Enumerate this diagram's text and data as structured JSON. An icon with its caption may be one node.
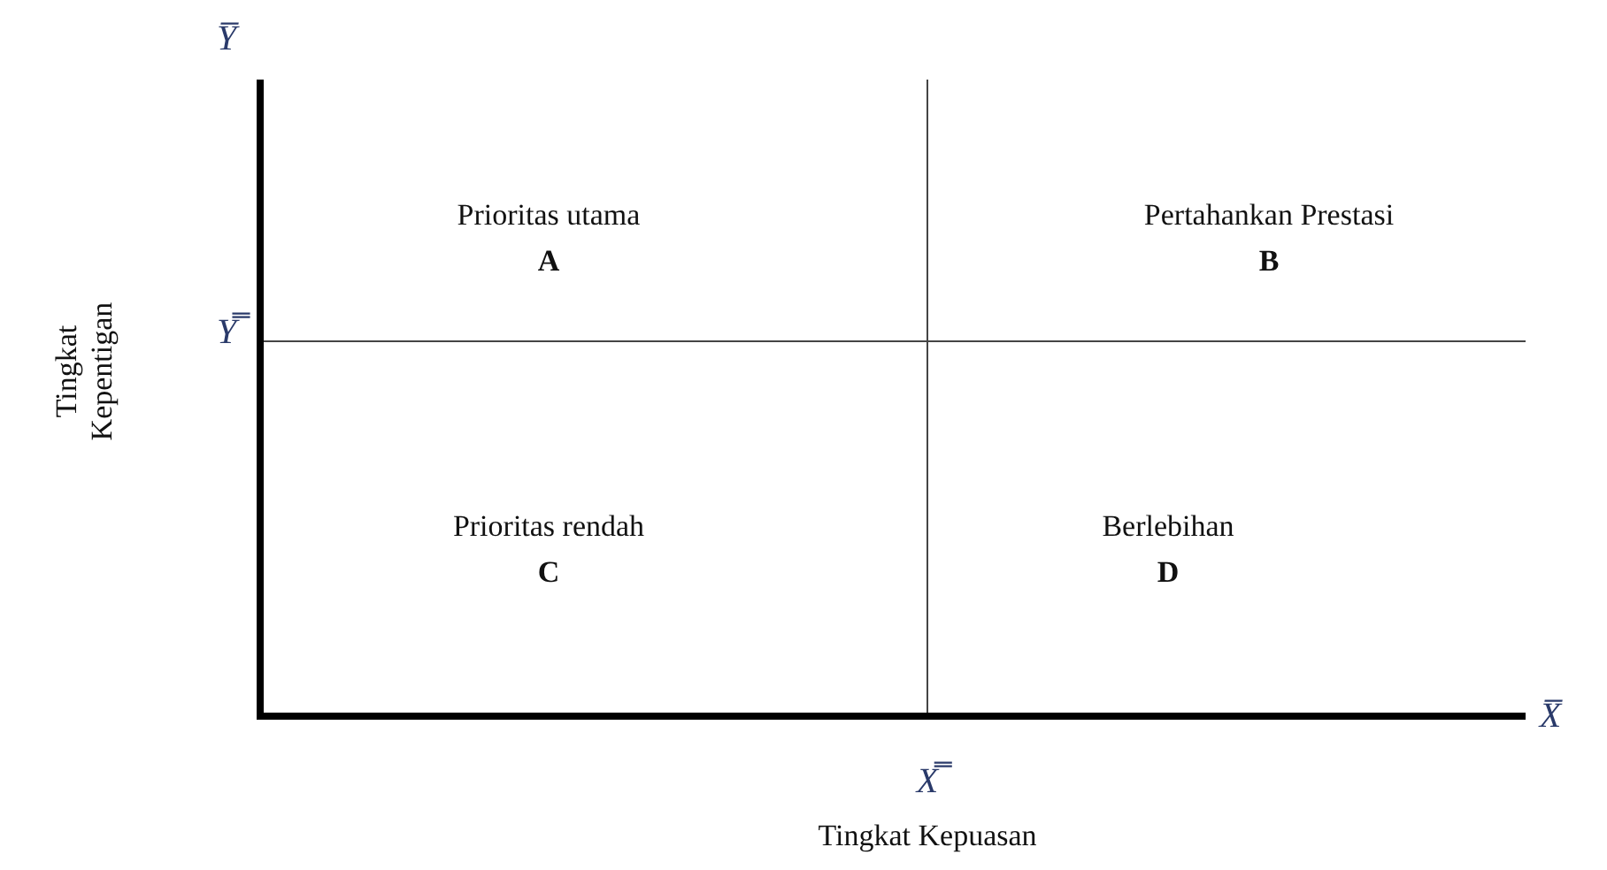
{
  "diagram": {
    "labels": [
      "Y̅",
      "Prioritas utama",
      "A",
      "Pertahankan Prestasi",
      "B",
      "Y̿",
      "Tingkat Kepentigan",
      "Prioritas rendah",
      "C",
      "Berlebihan",
      "D",
      "X̅",
      "X̿",
      "Tingkat Kepuasan"
    ]
  }
}
